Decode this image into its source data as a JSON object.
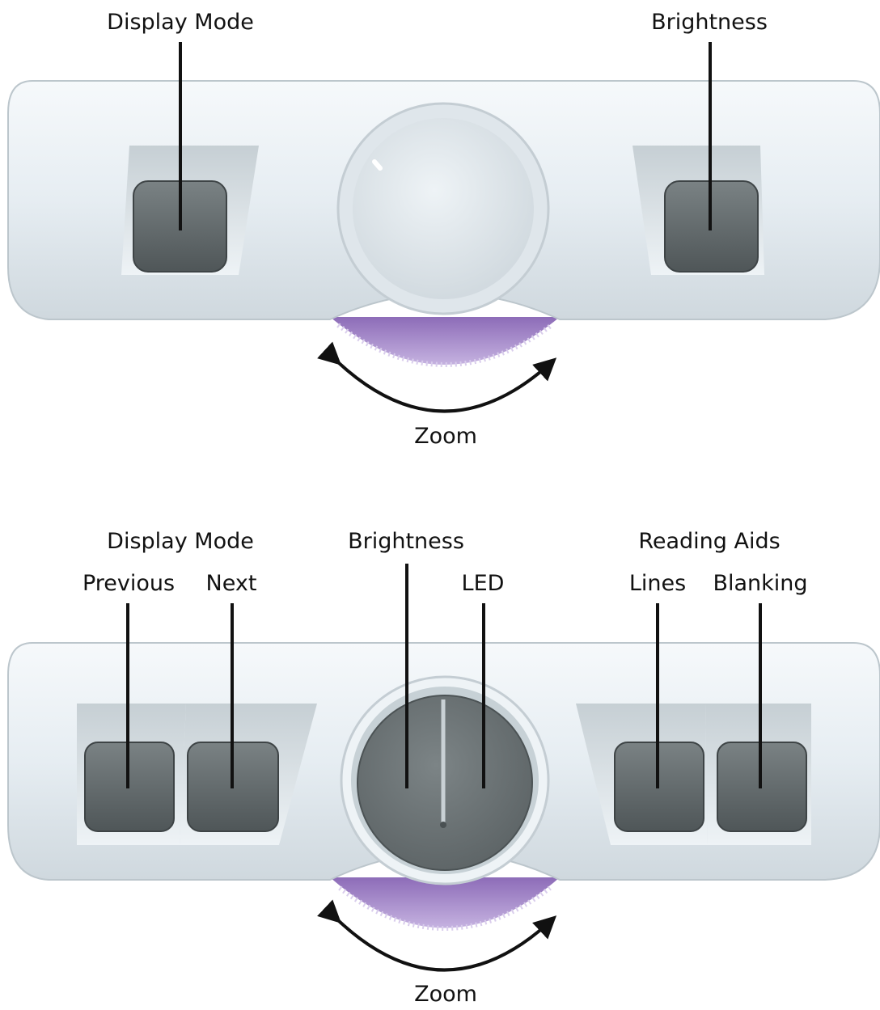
{
  "diagram1": {
    "labels": {
      "display_mode": "Display Mode",
      "brightness": "Brightness",
      "zoom": "Zoom"
    }
  },
  "diagram2": {
    "labels": {
      "display_mode": "Display Mode",
      "previous": "Previous",
      "next": "Next",
      "brightness": "Brightness",
      "led": "LED",
      "reading_aids": "Reading Aids",
      "lines": "Lines",
      "blanking": "Blanking",
      "zoom": "Zoom"
    }
  },
  "colors": {
    "body": "#e8eef3",
    "button": "#5e6567",
    "dial_purple": "#9a7ec0",
    "dial_grey": "#6a7274",
    "leader": "#111111"
  }
}
